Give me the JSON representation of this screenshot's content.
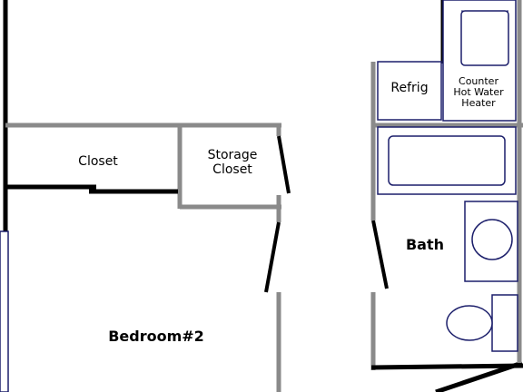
{
  "rooms": {
    "closet": "Closet",
    "storage_closet_line1": "Storage",
    "storage_closet_line2": "Closet",
    "bath": "Bath",
    "bedroom": "Bedroom#2"
  },
  "fixtures": {
    "refrig": "Refrig",
    "heater_line1": "Counter",
    "heater_line2": "Hot Water",
    "heater_line3": "Heater"
  },
  "colors": {
    "wall_gray": "#8a8a8a",
    "wall_black": "#000000",
    "fixture_outline": "#1c1f6b"
  }
}
